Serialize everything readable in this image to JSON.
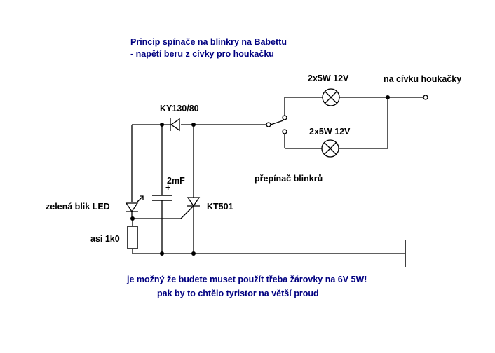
{
  "title_line1": "Princip spínače na blinkry na Babettu",
  "title_line2": "- napětí beru z cívky pro houkačku",
  "diode_label": "KY130/80",
  "capacitor_label": "2mF",
  "capacitor_polarity": "+",
  "led_label": "zelená blik LED",
  "resistor_label": "asi 1k0",
  "thyristor_label": "KT501",
  "switch_label": "přepínač blinkrů",
  "lamp_top_label": "2x5W 12V",
  "lamp_bottom_label": "2x5W 12V",
  "coil_label": "na cívku houkačky",
  "note_line1": "je možný že budete muset použít třeba žárovky na 6V 5W!",
  "note_line2": "pak by to chtělo tyristor na větší proud",
  "colors": {
    "wire": "#000000",
    "text": "#000000",
    "text_title": "#000080",
    "note_text": "#000080",
    "background": "#ffffff"
  }
}
